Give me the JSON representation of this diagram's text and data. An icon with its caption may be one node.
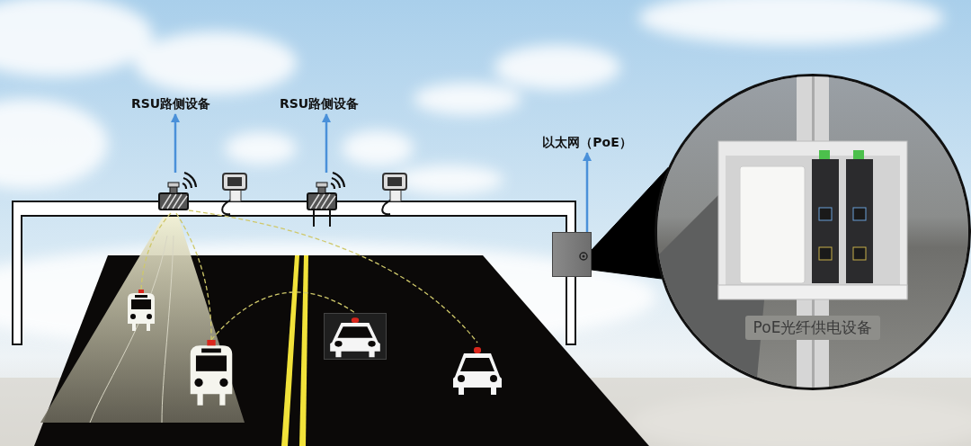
{
  "diagram": {
    "nodes": [
      {
        "text": [
          "RSU路侧设备"
        ]
      },
      {
        "text": [
          "RSU路侧设备"
        ]
      },
      {
        "text": [
          "以太网（PoE）"
        ]
      },
      {
        "text": [],
        "shape": "picture"
      },
      {
        "text": [],
        "shape": "picture"
      },
      {
        "text": [],
        "shape": "box"
      },
      {
        "text": [
          "PoE光纤供电设备"
        ]
      },
      {
        "text": [],
        "shape": "picture"
      },
      {
        "text": [],
        "shape": "picture"
      },
      {
        "text": [],
        "shape": "picture"
      },
      {
        "text": [],
        "shape": "picture"
      }
    ],
    "edges": [
      {
        "from": 3,
        "to": 0,
        "arrow": "to",
        "color": "#4a90d9"
      },
      {
        "from": 4,
        "to": 1,
        "arrow": "to",
        "color": "#4a90d9"
      },
      {
        "from": 5,
        "to": 2,
        "arrow": "to",
        "color": "#4a90d9"
      },
      {
        "from": 5,
        "to": 6,
        "arrow": "none",
        "style": "thick",
        "color": "#000000"
      },
      {
        "from": 3,
        "to": 7,
        "arrow": "none",
        "style": "dashed"
      },
      {
        "from": 3,
        "to": 8,
        "arrow": "none",
        "style": "dashed"
      },
      {
        "from": 8,
        "to": 9,
        "arrow": "none",
        "style": "dashed"
      },
      {
        "from": 3,
        "to": 10,
        "arrow": "none",
        "style": "dashed"
      }
    ]
  }
}
